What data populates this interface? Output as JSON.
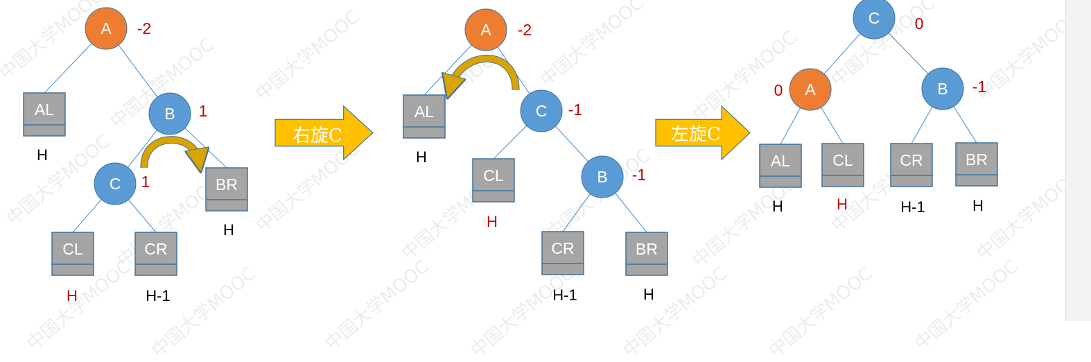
{
  "watermark": "中国大学MOOC",
  "colors": {
    "root_node": "#ED7D31",
    "node": "#5B9BD5",
    "subtree": "#A5A5A5",
    "subtree_border": "#41719C",
    "edge": "#5B9BD5",
    "red": "#C00000",
    "black": "#000000",
    "arrow": "#FFC000",
    "arrow_border": "#41719C",
    "curve": "#D9A300"
  },
  "operations": [
    {
      "id": "op1",
      "label": "右旋C"
    },
    {
      "id": "op2",
      "label": "左旋C"
    }
  ],
  "stages": [
    {
      "id": "before",
      "nodes": [
        {
          "id": "A",
          "label": "A",
          "kind": "root",
          "bf": "-2"
        },
        {
          "id": "B",
          "label": "B",
          "kind": "node",
          "bf": "1"
        },
        {
          "id": "C",
          "label": "C",
          "kind": "node",
          "bf": "1"
        }
      ],
      "subtrees": [
        {
          "id": "AL",
          "label": "AL",
          "height": "H",
          "height_color": "black"
        },
        {
          "id": "BR",
          "label": "BR",
          "height": "H",
          "height_color": "black"
        },
        {
          "id": "CL",
          "label": "CL",
          "height": "H",
          "height_color": "red"
        },
        {
          "id": "CR",
          "label": "CR",
          "height": "H-1",
          "height_color": "black"
        }
      ]
    },
    {
      "id": "after-right-rotation",
      "nodes": [
        {
          "id": "A",
          "label": "A",
          "kind": "root",
          "bf": "-2"
        },
        {
          "id": "C",
          "label": "C",
          "kind": "node",
          "bf": "-1"
        },
        {
          "id": "B",
          "label": "B",
          "kind": "node",
          "bf": "-1"
        }
      ],
      "subtrees": [
        {
          "id": "AL",
          "label": "AL",
          "height": "H",
          "height_color": "black"
        },
        {
          "id": "CL",
          "label": "CL",
          "height": "H",
          "height_color": "red"
        },
        {
          "id": "CR",
          "label": "CR",
          "height": "H-1",
          "height_color": "black"
        },
        {
          "id": "BR",
          "label": "BR",
          "height": "H",
          "height_color": "black"
        }
      ]
    },
    {
      "id": "after-left-rotation",
      "nodes": [
        {
          "id": "C",
          "label": "C",
          "kind": "node",
          "bf": "0"
        },
        {
          "id": "A",
          "label": "A",
          "kind": "root",
          "bf": "0"
        },
        {
          "id": "B",
          "label": "B",
          "kind": "node",
          "bf": "-1"
        }
      ],
      "subtrees": [
        {
          "id": "AL",
          "label": "AL",
          "height": "H",
          "height_color": "black"
        },
        {
          "id": "CL",
          "label": "CL",
          "height": "H",
          "height_color": "red"
        },
        {
          "id": "CR",
          "label": "CR",
          "height": "H-1",
          "height_color": "black"
        },
        {
          "id": "BR",
          "label": "BR",
          "height": "H",
          "height_color": "black"
        }
      ]
    }
  ]
}
